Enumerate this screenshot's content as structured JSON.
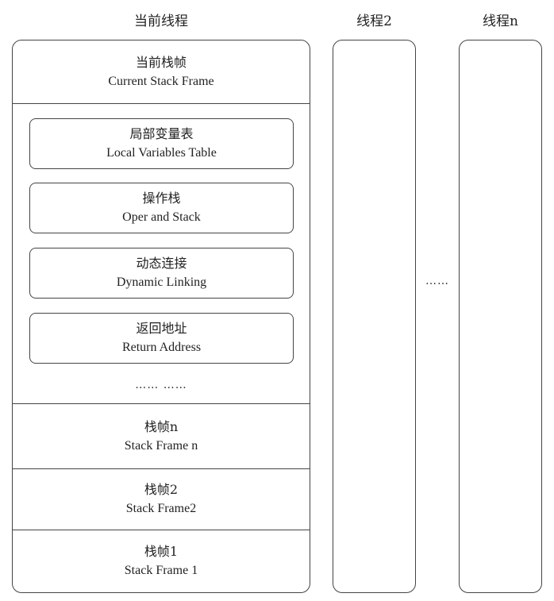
{
  "columns": {
    "current_thread_title": "当前线程",
    "thread2_title": "线程2",
    "threadn_title": "线程n"
  },
  "current_frame": {
    "zh": "当前栈帧",
    "en": "Current Stack Frame"
  },
  "frame_parts": [
    {
      "zh": "局部变量表",
      "en": "Local Variables Table"
    },
    {
      "zh": "操作栈",
      "en": "Oper and Stack"
    },
    {
      "zh": "动态连接",
      "en": "Dynamic Linking"
    },
    {
      "zh": "返回地址",
      "en": "Return Address"
    }
  ],
  "inner_ellipsis": "…… ……",
  "stack_frames": [
    {
      "zh": "栈帧n",
      "en": "Stack Frame n"
    },
    {
      "zh": "栈帧2",
      "en": "Stack Frame2"
    },
    {
      "zh": "栈帧1",
      "en": "Stack Frame 1"
    }
  ],
  "between_threads_ellipsis": "……"
}
